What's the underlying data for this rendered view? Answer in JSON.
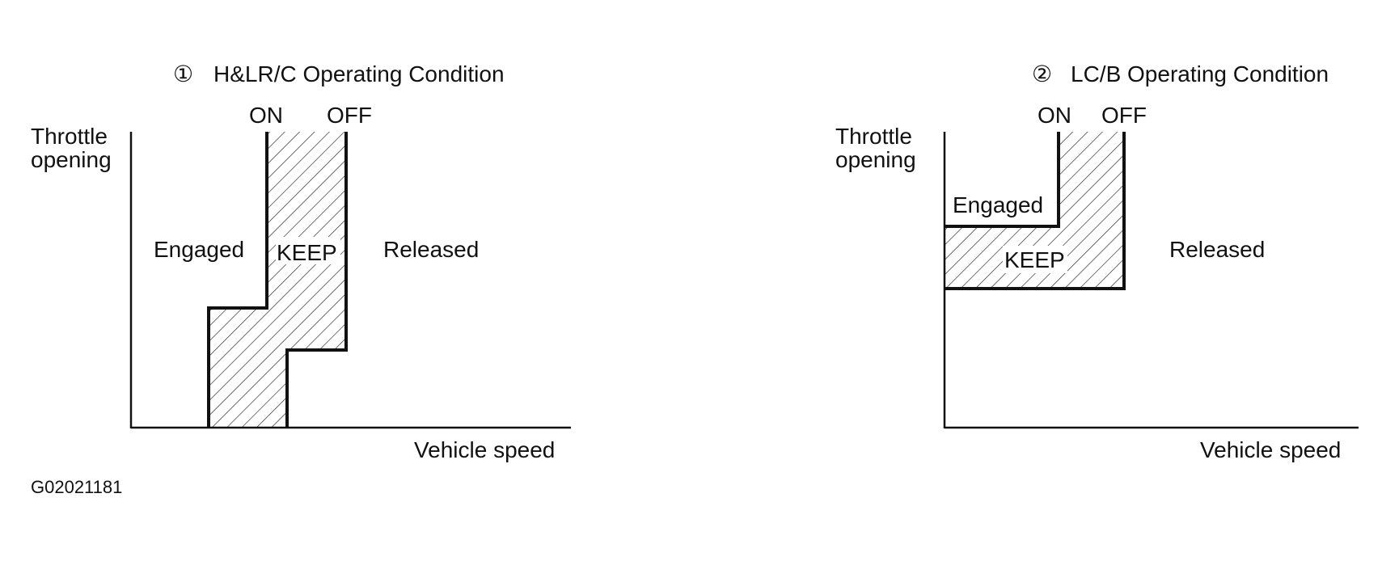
{
  "colors": {
    "ink": "#111111",
    "background": "#ffffff",
    "hatch": "#222222"
  },
  "diagrams": [
    {
      "marker": "①",
      "title": "H&LR/C Operating Condition",
      "y_axis_label_line1": "Throttle",
      "y_axis_label_line2": "opening",
      "x_axis_label": "Vehicle speed",
      "on_label": "ON",
      "off_label": "OFF",
      "engaged_label": "Engaged",
      "keep_label": "KEEP",
      "released_label": "Released"
    },
    {
      "marker": "②",
      "title": "LC/B Operating Condition",
      "y_axis_label_line1": "Throttle",
      "y_axis_label_line2": "opening",
      "x_axis_label": "Vehicle speed",
      "on_label": "ON",
      "off_label": "OFF",
      "engaged_label": "Engaged",
      "keep_label": "KEEP",
      "released_label": "Released"
    }
  ],
  "figure_code": "G02021181"
}
